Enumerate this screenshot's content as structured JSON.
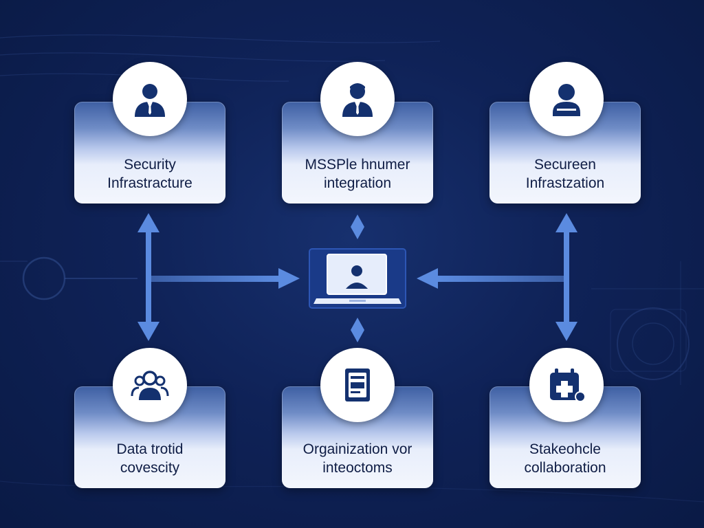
{
  "nodes": [
    {
      "id": "security-infrastructure",
      "icon": "person-icon",
      "lines": [
        "Security",
        "Infrastracture"
      ]
    },
    {
      "id": "msspl-integration",
      "icon": "person-icon",
      "lines": [
        "MSSPle hnumer",
        "integration"
      ]
    },
    {
      "id": "secureen-infrastzation",
      "icon": "person-icon",
      "lines": [
        "Secureen",
        "Infrastzation"
      ]
    },
    {
      "id": "data-trotid",
      "icon": "group-icon",
      "lines": [
        "Data trotid",
        "covescity"
      ]
    },
    {
      "id": "organization",
      "icon": "document-icon",
      "lines": [
        "Orgainization vor",
        "inteoctoms"
      ]
    },
    {
      "id": "stakeholder",
      "icon": "calendar-plus-icon",
      "lines": [
        "Stakeohcle",
        "collaboration"
      ]
    }
  ],
  "center": {
    "icon": "laptop-user-icon"
  },
  "colors": {
    "arrow": "#5b8be0",
    "icon": "#14316f",
    "card_text": "#0f1d45"
  }
}
